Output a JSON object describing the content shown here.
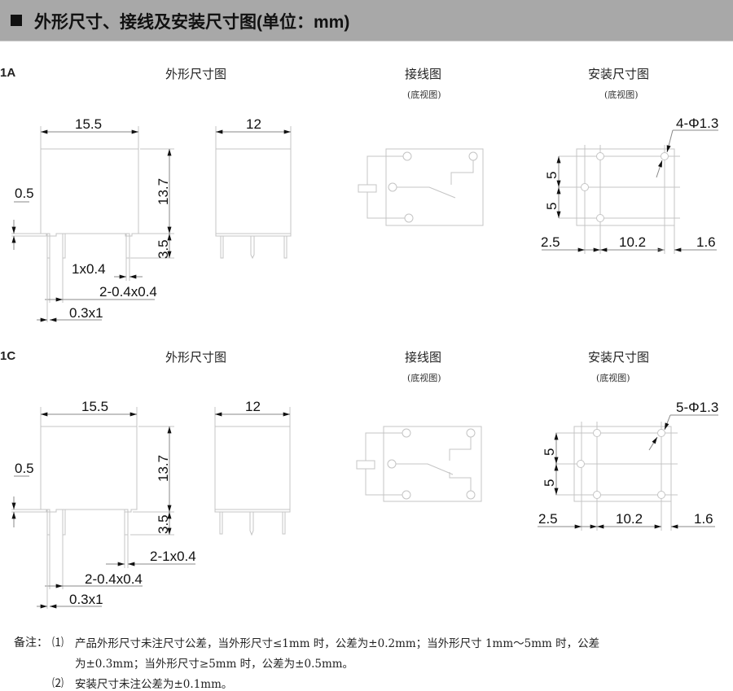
{
  "header": {
    "title": "外形尺寸、接线及安装尺寸图(单位：mm)"
  },
  "sections": [
    {
      "code": "1A",
      "outline_title": "外形尺寸图",
      "wiring_title": "接线图",
      "wiring_sub": "(底视图)",
      "mount_title": "安装尺寸图",
      "mount_sub": "(底视图)",
      "dims": {
        "width": "15.5",
        "depth": "12",
        "height": "13.7",
        "pin_len": "3.5",
        "standoff": "0.5",
        "pin_a": "1x0.4",
        "pin_b": "2-0.4x0.4",
        "pin_c": "0.3x1"
      },
      "mount_dims": {
        "holes": "4-Φ1.3",
        "pitch_v1": "5",
        "pitch_v2": "5",
        "left": "2.5",
        "mid": "10.2",
        "right": "1.6"
      }
    },
    {
      "code": "1C",
      "outline_title": "外形尺寸图",
      "wiring_title": "接线图",
      "wiring_sub": "(底视图)",
      "mount_title": "安装尺寸图",
      "mount_sub": "(底视图)",
      "dims": {
        "width": "15.5",
        "depth": "12",
        "height": "13.7",
        "pin_len": "3.5",
        "standoff": "0.5",
        "pin_a": "2-1x0.4",
        "pin_b": "2-0.4x0.4",
        "pin_c": "0.3x1"
      },
      "mount_dims": {
        "holes": "5-Φ1.3",
        "pitch_v1": "5",
        "pitch_v2": "5",
        "left": "2.5",
        "mid": "10.2",
        "right": "1.6"
      }
    }
  ],
  "notes": {
    "prefix": "备注：",
    "n1_num": "⑴",
    "n1_line1": "产品外形尺寸未注尺寸公差，当外形尺寸≤1mm 时，公差为±0.2mm；当外形尺寸 1mm～5mm 时，公差",
    "n1_line2": "为±0.3mm；当外形尺寸≥5mm 时，公差为±0.5mm。",
    "n2_num": "⑵",
    "n2_line": "安装尺寸未注公差为±0.1mm。"
  }
}
